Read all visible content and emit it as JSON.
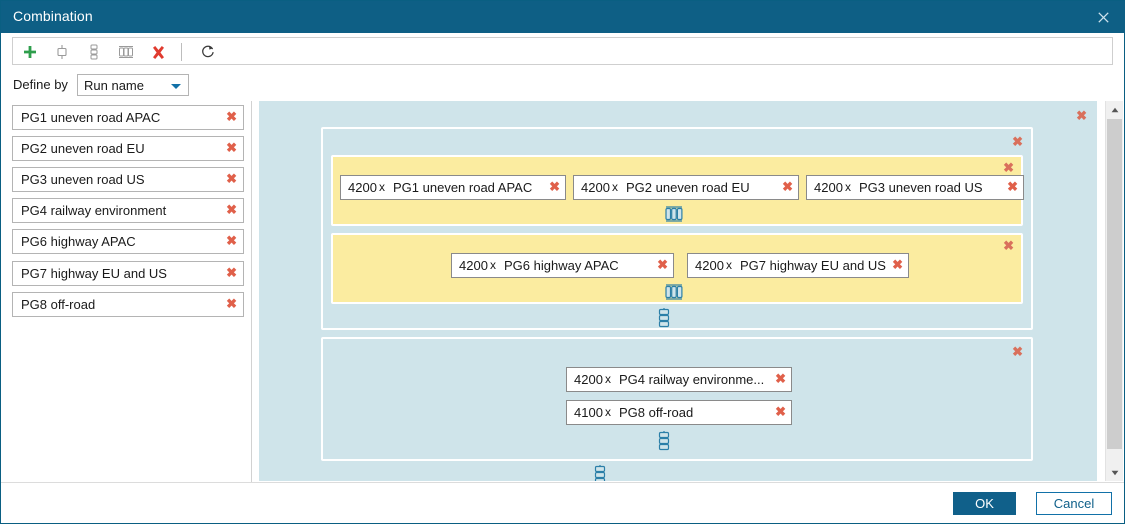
{
  "window": {
    "title": "Combination",
    "close_icon": "close-icon"
  },
  "toolbar": {
    "buttons": [
      {
        "name": "add-icon",
        "title": "Add"
      },
      {
        "name": "add-single-node-icon",
        "title": "Add single"
      },
      {
        "name": "add-series-icon",
        "title": "Add series"
      },
      {
        "name": "add-parallel-icon",
        "title": "Add parallel"
      },
      {
        "name": "delete-icon",
        "title": "Delete"
      },
      {
        "name": "refresh-icon",
        "title": "Refresh"
      }
    ]
  },
  "define_by": {
    "label": "Define by",
    "value": "Run name",
    "options": [
      "Run name"
    ]
  },
  "left_list": {
    "items": [
      {
        "label": "PG1 uneven road APAC"
      },
      {
        "label": "PG2 uneven road EU"
      },
      {
        "label": "PG3 uneven road US"
      },
      {
        "label": "PG4 railway environment"
      },
      {
        "label": "PG6 highway APAC"
      },
      {
        "label": "PG7 highway EU and US"
      },
      {
        "label": "PG8 off-road"
      }
    ],
    "remove_label": "✖"
  },
  "canvas": {
    "remove_label": "✖",
    "groups": {
      "outer": {
        "type": "series-container"
      },
      "inner_blue": {
        "type": "series-container"
      },
      "yellow_1": {
        "type": "parallel-group"
      },
      "yellow_2": {
        "type": "parallel-group"
      },
      "blue_3": {
        "type": "series-group"
      }
    },
    "nodes": {
      "n1": {
        "qty": "4200",
        "mul": "x",
        "name": "PG1 uneven road APAC"
      },
      "n2": {
        "qty": "4200",
        "mul": "x",
        "name": "PG2 uneven road EU"
      },
      "n3": {
        "qty": "4200",
        "mul": "x",
        "name": "PG3 uneven road US"
      },
      "n4": {
        "qty": "4200",
        "mul": "x",
        "name": "PG6 highway APAC"
      },
      "n5": {
        "qty": "4200",
        "mul": "x",
        "name": "PG7 highway EU and US"
      },
      "n6": {
        "qty": "4200",
        "mul": "x",
        "name": "PG4 railway environme..."
      },
      "n7": {
        "qty": "4100",
        "mul": "x",
        "name": "PG8 off-road"
      }
    }
  },
  "scrollbar": {
    "up_arrow": "▲",
    "down_arrow": "▼"
  },
  "footer": {
    "ok_label": "OK",
    "cancel_label": "Cancel"
  },
  "colors": {
    "titlebar": "#0e5f85",
    "group_blue": "#cfe4ea",
    "group_yellow": "#fbeca0",
    "accent": "#10608a",
    "remove_red": "#e0604a"
  }
}
